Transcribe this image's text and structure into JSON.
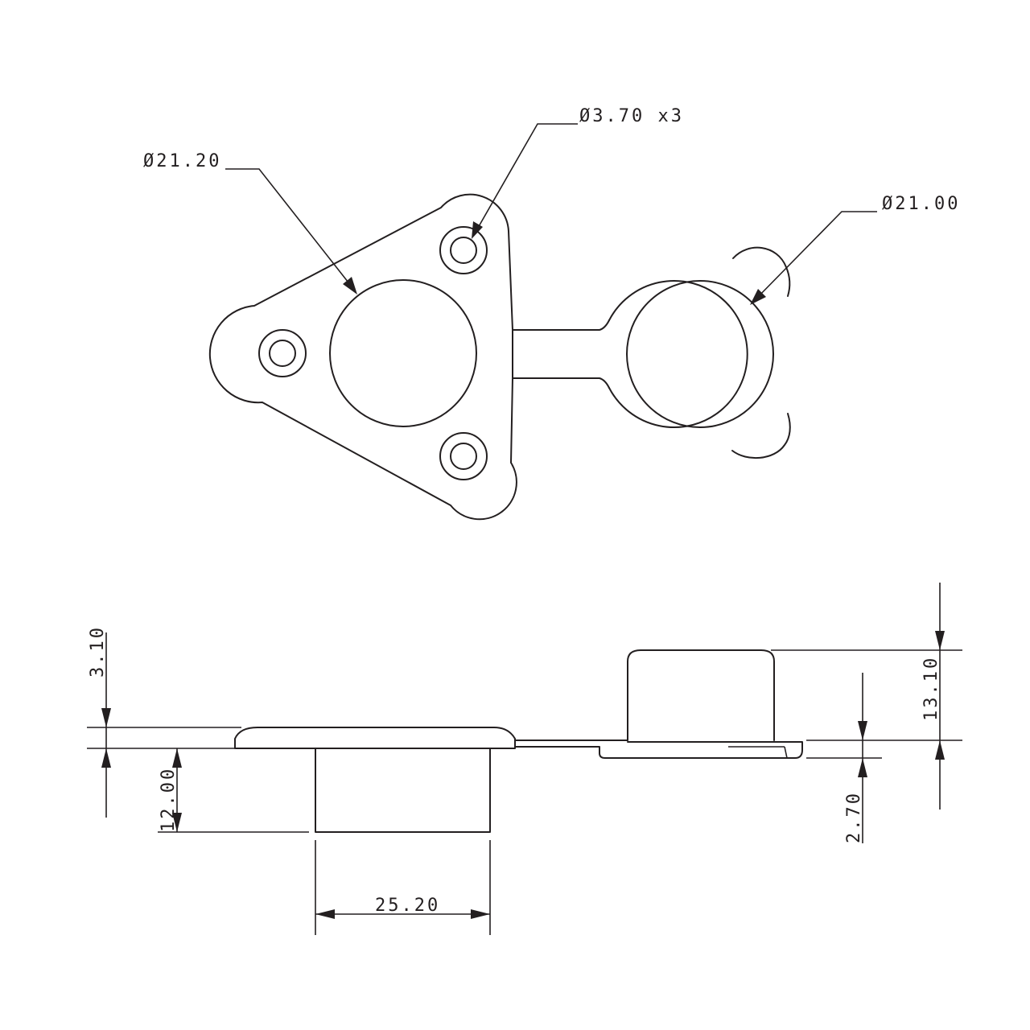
{
  "drawing": {
    "callouts": {
      "large_bore": "Ø21.20",
      "mount_holes": "Ø3.70 x3",
      "cap_bore": "Ø21.00"
    },
    "dimensions": {
      "flange_thickness": "3.10",
      "body_depth": "12.00",
      "body_width": "25.20",
      "cap_height": "13.10",
      "cap_flange": "2.70"
    }
  }
}
